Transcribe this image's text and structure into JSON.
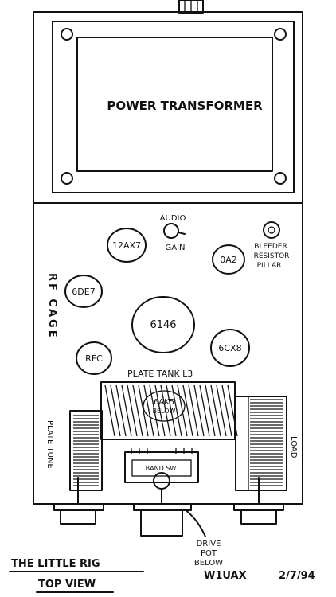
{
  "labels": {
    "power_transformer": "POWER TRANSFORMER",
    "audio": "AUDIO",
    "gain": "GAIN",
    "bleeder": "BLEEDER",
    "resistor": "RESISTOR",
    "pillar": "PILLAR",
    "rf_cage": "RF CAGE",
    "plate_tank": "PLATE TANK L3",
    "plate_tune": "PLATE TUNE",
    "load": "LOAD",
    "band_sw": "BAND SW",
    "gak5": "6AK5",
    "below": "BELOW",
    "drive": "DRIVE",
    "pot": "POT",
    "below2": "BELOW"
  },
  "tubes": [
    "12AX7",
    "6DE7",
    "6146",
    "0A2",
    "RFC",
    "6CX8"
  ],
  "footer": {
    "title_line1": "THE LITTLE RIG",
    "title_line2": "TOP VIEW",
    "callsign": "W1UAX",
    "date": "2/7/94"
  }
}
